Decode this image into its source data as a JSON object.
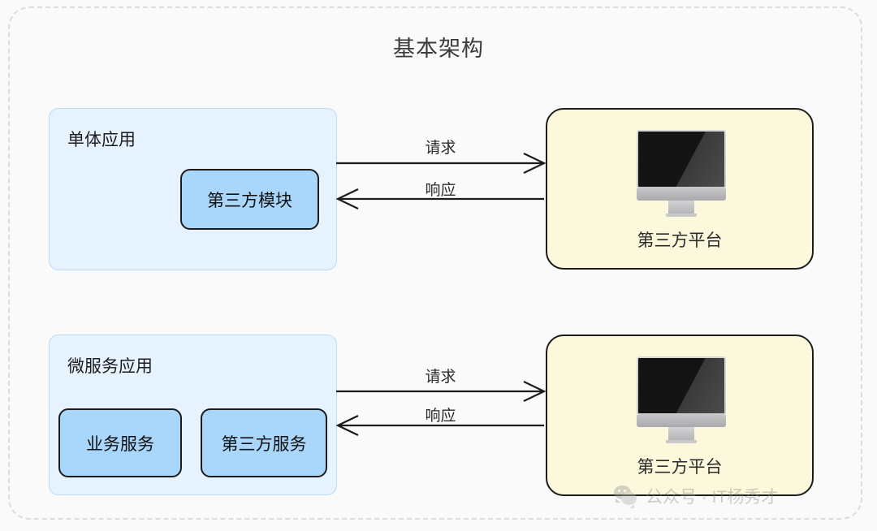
{
  "diagram": {
    "title": "基本架构",
    "frame": {
      "style": "dashed-rounded",
      "color": "#dcdcdc"
    },
    "background_color": "#fafafa"
  },
  "rows": [
    {
      "id": "monolith-row",
      "app": {
        "title": "单体应用",
        "fill_color": "#e6f2fd",
        "border_color": "#b7ddf7",
        "modules": [
          {
            "label": "第三方模块",
            "fill_color": "#a9d6fb"
          }
        ]
      },
      "flows": [
        {
          "label": "请求",
          "direction": "right"
        },
        {
          "label": "响应",
          "direction": "left"
        }
      ],
      "platform": {
        "label": "第三方平台",
        "fill_color": "#fcf8dc",
        "icon": "monitor-icon"
      }
    },
    {
      "id": "microservice-row",
      "app": {
        "title": "微服务应用",
        "fill_color": "#e6f2fd",
        "border_color": "#b7ddf7",
        "modules": [
          {
            "label": "业务服务",
            "fill_color": "#a9d6fb"
          },
          {
            "label": "第三方服务",
            "fill_color": "#a9d6fb"
          }
        ]
      },
      "flows": [
        {
          "label": "请求",
          "direction": "right"
        },
        {
          "label": "响应",
          "direction": "left"
        }
      ],
      "platform": {
        "label": "第三方平台",
        "fill_color": "#fcf8dc",
        "icon": "monitor-icon"
      }
    }
  ],
  "watermark": {
    "icon": "wechat-icon",
    "text": "公众号 · IT杨秀才"
  }
}
